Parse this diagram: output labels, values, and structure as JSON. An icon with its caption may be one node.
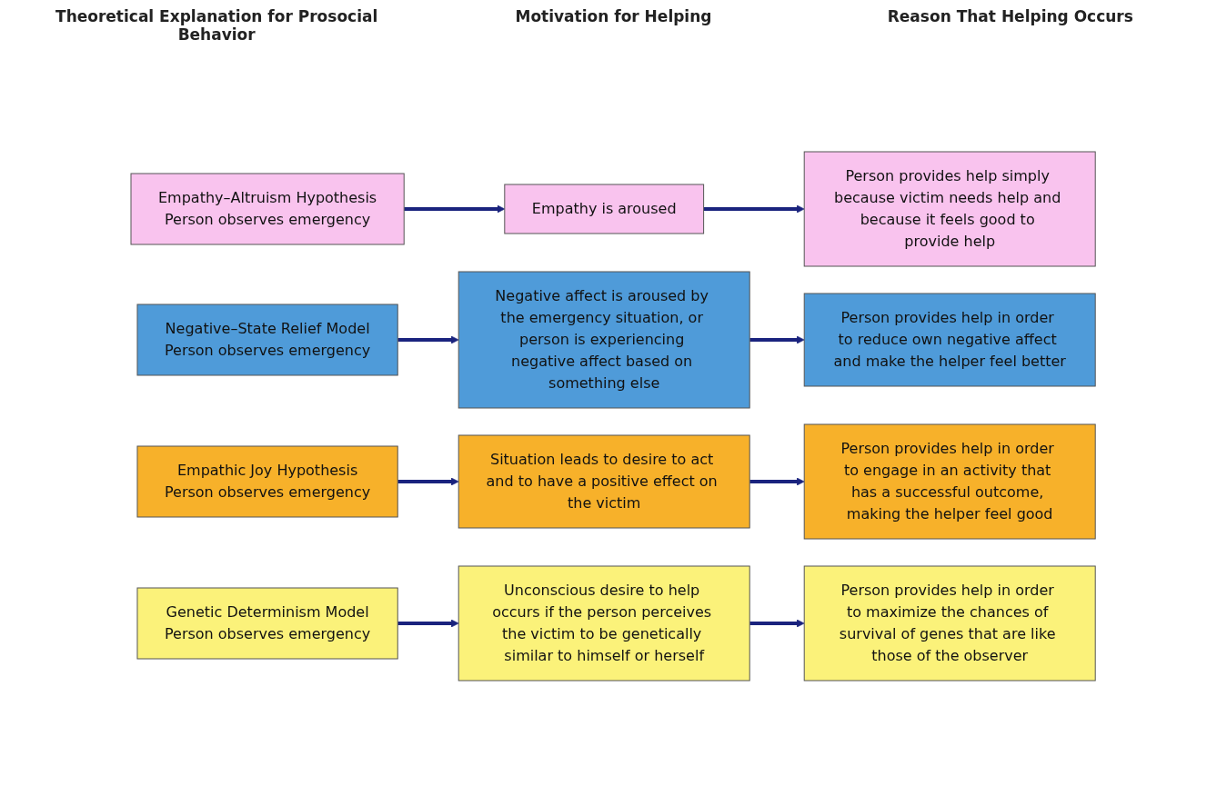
{
  "diagram": {
    "nodes": [
      {
        "text": [
          "Empathy–Altruism Hypothesis",
          "Person observes emergency"
        ]
      },
      {
        "text": [
          "Empathy is aroused"
        ]
      },
      {
        "text": [
          "Person provides help simply because victim needs help and because it feels good to provide help"
        ]
      },
      {
        "text": [
          "Negative–State Relief Model",
          "Person observes emergency"
        ]
      },
      {
        "text": [
          "Negative affect is aroused by the emergency situation, or person is experiencing negative affect based on something else"
        ]
      },
      {
        "text": [
          "Person provides help in order to reduce own negative affect and make the helper feel better"
        ]
      },
      {
        "text": [
          "Empathic Joy Hypothesis",
          "Person observes emergency"
        ]
      },
      {
        "text": [
          "Situation leads to desire to act and to have a positive effect on the victim"
        ]
      },
      {
        "text": [
          "Person provides help in order to engage in an activity that has a successful outcome, making the helper feel good"
        ]
      },
      {
        "text": [
          "Genetic Determinism Model",
          "Person observes emergency"
        ]
      },
      {
        "text": [
          "Unconscious desire to help occurs if the person perceives the victim to be genetically similar to himself or herself"
        ]
      },
      {
        "text": [
          "Person provides help in order to maximize the chances of survival of genes that are like those of the observer"
        ]
      }
    ],
    "edges": [
      {
        "from": 0,
        "to": 1,
        "arrow": "to"
      },
      {
        "from": 1,
        "to": 2,
        "arrow": "to"
      },
      {
        "from": 3,
        "to": 4,
        "arrow": "to"
      },
      {
        "from": 4,
        "to": 5,
        "arrow": "to"
      },
      {
        "from": 6,
        "to": 7,
        "arrow": "to"
      },
      {
        "from": 7,
        "to": 8,
        "arrow": "to"
      },
      {
        "from": 9,
        "to": 10,
        "arrow": "to"
      },
      {
        "from": 10,
        "to": 11,
        "arrow": "to"
      }
    ],
    "labels": [
      "Theoretical Explanation for Prosocial Behavior",
      "Motivation for Helping",
      "Reason That Helping Occurs"
    ]
  }
}
